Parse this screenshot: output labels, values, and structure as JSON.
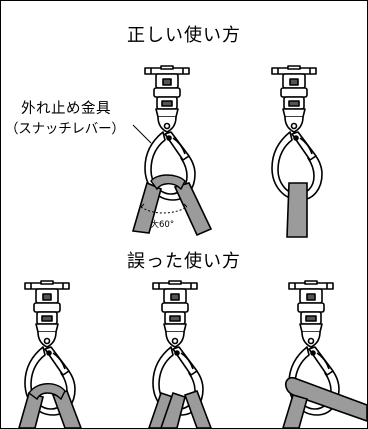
{
  "sections": {
    "correct": {
      "heading": "正しい使い方"
    },
    "wrong": {
      "heading": "誤った使い方"
    }
  },
  "labels": {
    "part_name": "外れ止め金具",
    "part_name_paren": "（スナッチレバー）",
    "max_angle": "最大60°"
  },
  "colors": {
    "line": "#000000",
    "sling_fill": "#9b9b9b",
    "background": "#ffffff"
  }
}
